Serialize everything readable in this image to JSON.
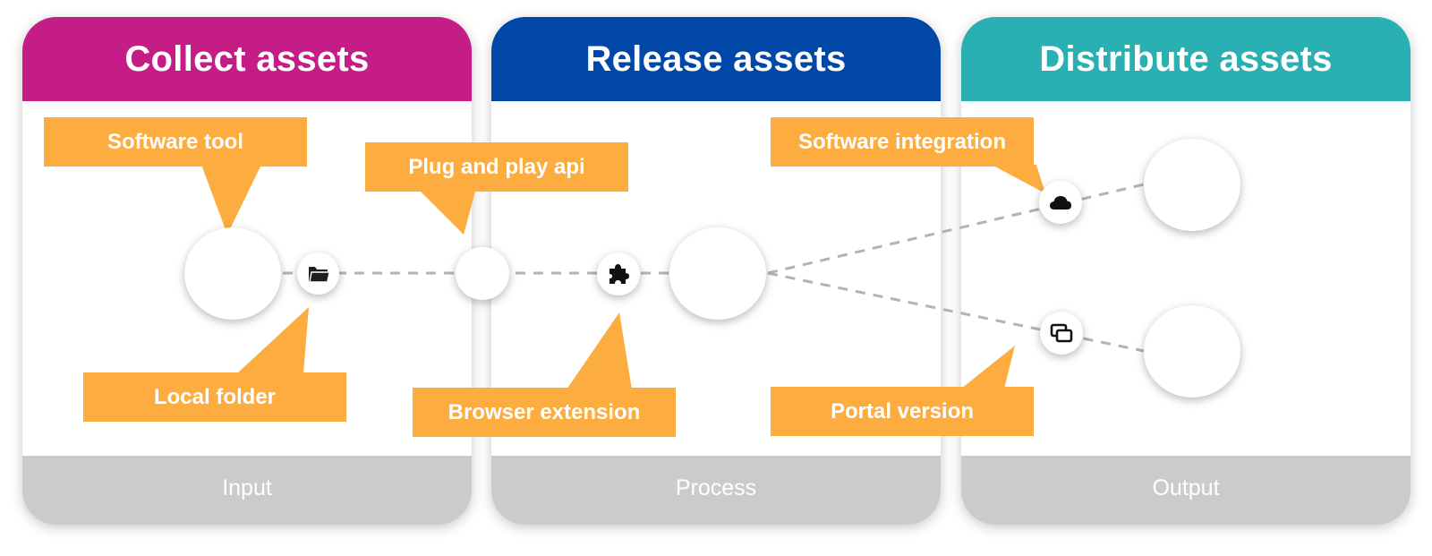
{
  "panels": [
    {
      "id": "collect",
      "title": "Collect assets",
      "footer": "Input",
      "color": "#c41e86"
    },
    {
      "id": "release",
      "title": "Release assets",
      "footer": "Process",
      "color": "#0047a8"
    },
    {
      "id": "distribute",
      "title": "Distribute assets",
      "footer": "Output",
      "color": "#2aafb2"
    }
  ],
  "callouts": {
    "software_tool": "Software tool",
    "local_folder": "Local folder",
    "plug_and_play_api": "Plug and play api",
    "browser_extension": "Browser extension",
    "software_integration": "Software integration",
    "portal_version": "Portal version"
  },
  "icons": {
    "folder": "folder-icon",
    "puzzle": "puzzle-icon",
    "cloud": "cloud-icon",
    "windows": "windows-icon"
  },
  "colors": {
    "callout": "#fdac40",
    "connector": "#b3b3b3",
    "footer": "#cbcbcb"
  }
}
